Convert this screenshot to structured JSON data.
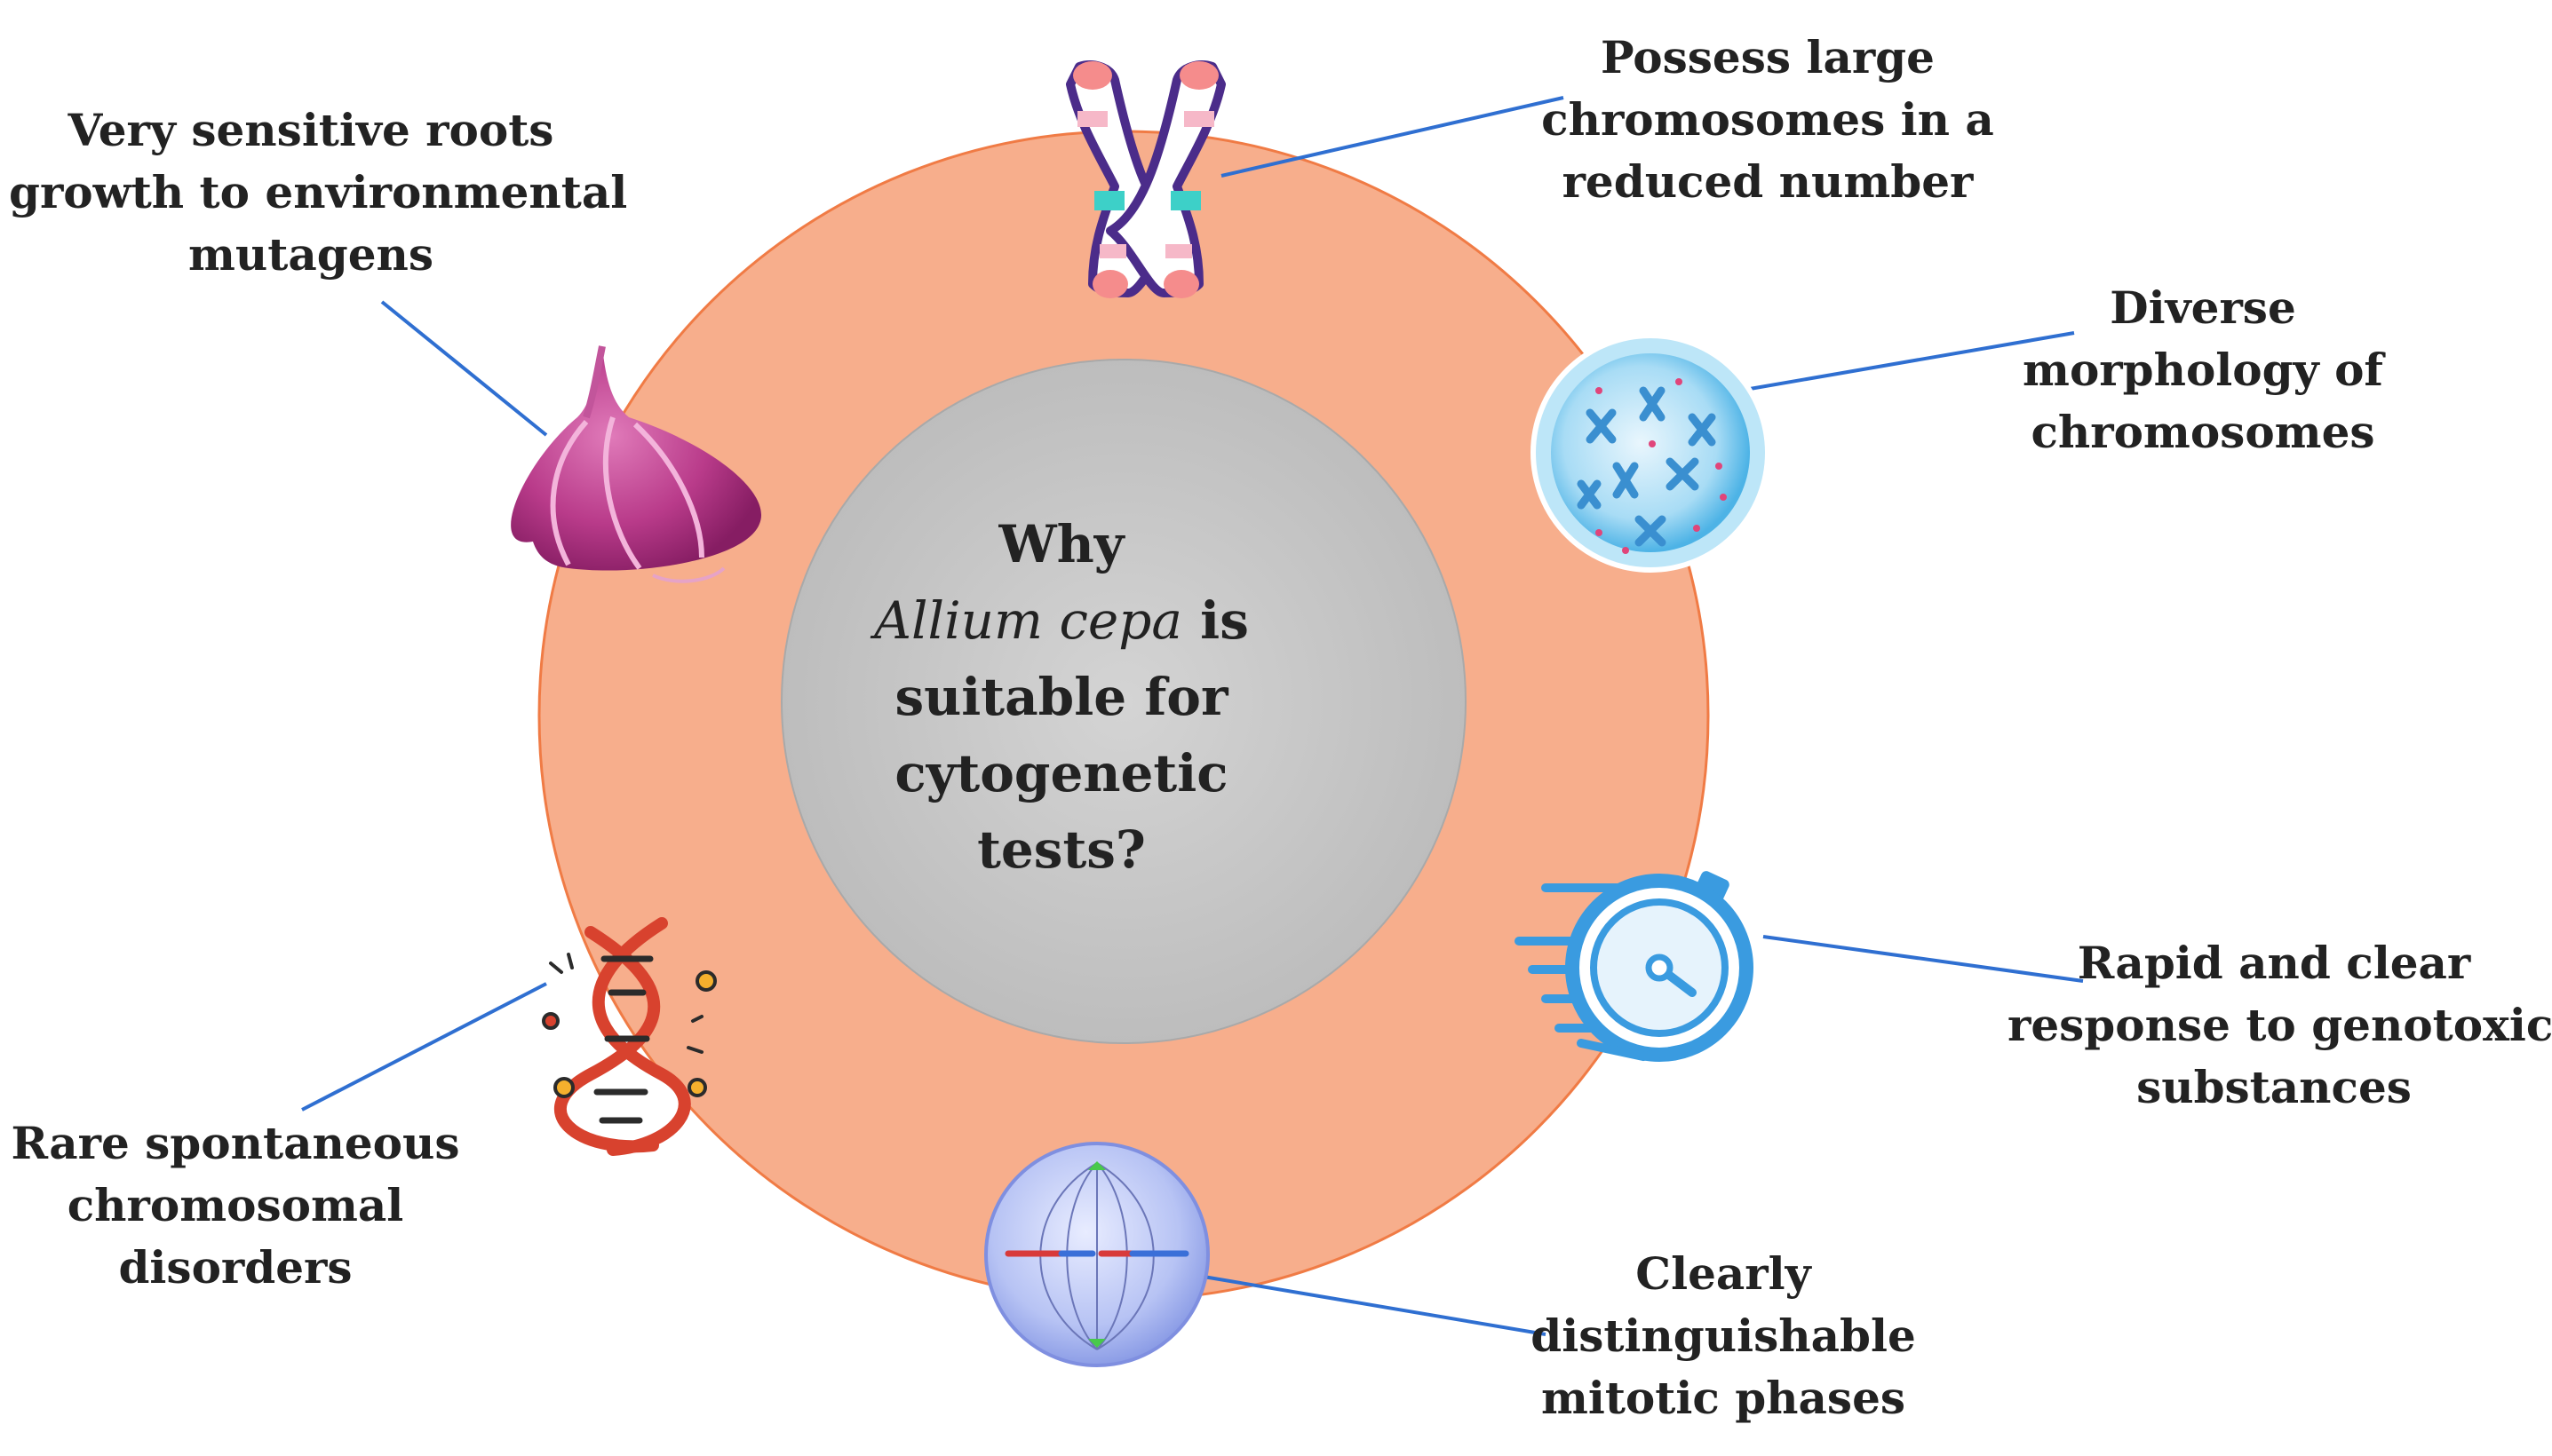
{
  "center": {
    "line1": "Why",
    "species": "Allium cepa",
    "line2_rest": " is",
    "line3": "suitable for",
    "line4": "cytogenetic",
    "line5": "tests?"
  },
  "labels": {
    "roots": [
      "Very sensitive roots",
      "growth to environmental",
      "mutagens"
    ],
    "chromosomes": [
      "Possess large",
      "chromosomes in a",
      "reduced number"
    ],
    "morphology": [
      "Diverse",
      "morphology of",
      "chromosomes"
    ],
    "response": [
      "Rapid and clear",
      "response to genotoxic",
      "substances"
    ],
    "mitotic": [
      "Clearly",
      "distinguishable",
      "mitotic phases"
    ],
    "disorders": [
      "Rare spontaneous",
      "chromosomal",
      "disorders"
    ]
  },
  "icons": [
    "onion-icon",
    "chromosome-icon",
    "cell-nucleus-icon",
    "stopwatch-icon",
    "mitosis-cell-icon",
    "dna-helix-icon"
  ],
  "colors": {
    "outer_ring": "#f7ae8c",
    "outer_ring_stroke": "#f07b45",
    "inner_circle": "#cccccc",
    "connector": "#2f6fd1"
  }
}
